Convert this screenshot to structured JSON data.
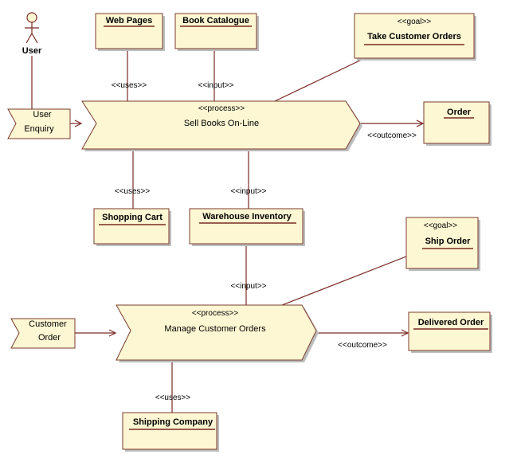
{
  "actor": {
    "label": "User"
  },
  "boxes": {
    "web_pages": "Web Pages",
    "book_catalogue": "Book Catalogue",
    "take_orders_stereo": "<<goal>>",
    "take_orders": "Take Customer Orders",
    "order": "Order",
    "shopping_cart": "Shopping Cart",
    "warehouse": "Warehouse Inventory",
    "ship_order_stereo": "<<goal>>",
    "ship_order": "Ship Order",
    "delivered_order": "Delivered Order",
    "shipping_company": "Shipping Company"
  },
  "processes": {
    "sell": {
      "stereotype": "<<process>>",
      "name": "Sell Books On-Line"
    },
    "manage": {
      "stereotype": "<<process>>",
      "name": "Manage Customer Orders"
    }
  },
  "events": {
    "user_enquiry_1": "User",
    "user_enquiry_2": "Enquiry",
    "customer_order_1": "Customer",
    "customer_order_2": "Order"
  },
  "edges": {
    "uses_web": "<<uses>>",
    "input_catalogue": "<<input>>",
    "outcome_order": "<<outcome>>",
    "uses_cart": "<<uses>>",
    "input_warehouse_top": "<<input>>",
    "input_warehouse_bottom": "<<input>>",
    "outcome_delivered": "<<outcome>>",
    "uses_shipping": "<<uses>>"
  },
  "colors": {
    "fill": "#fdf7d3",
    "border": "#7a3b2e",
    "edge": "#7a2b25",
    "shadow": "#bdbdbd"
  }
}
